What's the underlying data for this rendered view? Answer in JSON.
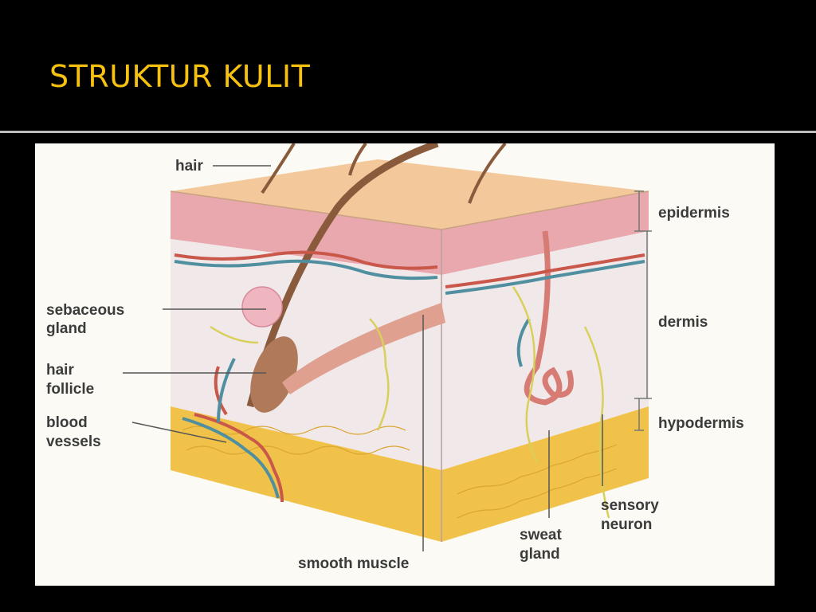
{
  "slide": {
    "title": "STRUKTUR KULIT",
    "title_color": "#f6c20f",
    "header_bg": "#000000",
    "divider_color": "#bdbdbd"
  },
  "diagram": {
    "labels": {
      "hair": "hair",
      "sebaceous_1": "sebaceous",
      "sebaceous_2": "gland",
      "follicle_1": "hair",
      "follicle_2": "follicle",
      "blood_1": "blood",
      "blood_2": "vessels",
      "smooth_muscle": "smooth muscle",
      "sweat_1": "sweat",
      "sweat_2": "gland",
      "sensory_1": "sensory",
      "sensory_2": "neuron",
      "epidermis": "epidermis",
      "dermis": "dermis",
      "hypodermis": "hypodermis"
    },
    "colors": {
      "epidermis": "#e9a7ae",
      "dermis": "#f1e8ea",
      "hypodermis": "#f1c24a",
      "hair": "#8a5a3c",
      "vessel_red": "#c9574a",
      "vessel_blue": "#4f8fa0",
      "nerve": "#d8d05a"
    }
  }
}
